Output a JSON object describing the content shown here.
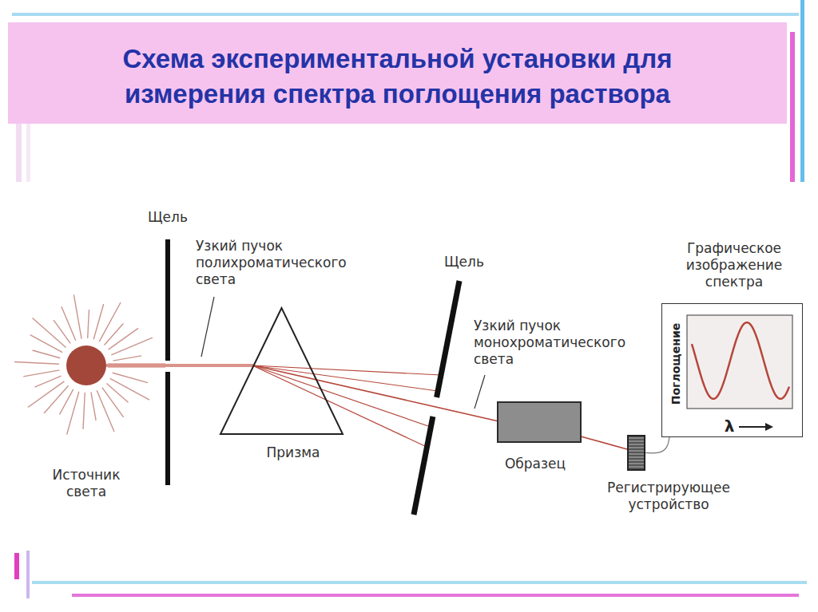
{
  "diagram": {
    "title": "Схема экспериментальной установки для измерения спектра поглощения раствора",
    "nodes": [
      {
        "text": [
          "Источник света"
        ]
      },
      {
        "text": [
          "Призма"
        ]
      },
      {
        "text": [
          "Образец"
        ]
      },
      {
        "text": [
          "Регистрирующее устройство"
        ]
      },
      {
        "text": [
          "Графическое изображение спектра",
          "Поглощение",
          "λ"
        ]
      }
    ],
    "edges": [
      {
        "from": 0,
        "to": 1,
        "arrow": "none"
      },
      {
        "from": 1,
        "to": 2,
        "arrow": "none"
      },
      {
        "from": 2,
        "to": 3,
        "arrow": "none"
      },
      {
        "from": 3,
        "to": 4,
        "arrow": "none"
      }
    ],
    "labels": [
      "Щель",
      "Узкий пучок полихроматического света",
      "Щель",
      "Узкий пучок монохроматического света"
    ]
  }
}
